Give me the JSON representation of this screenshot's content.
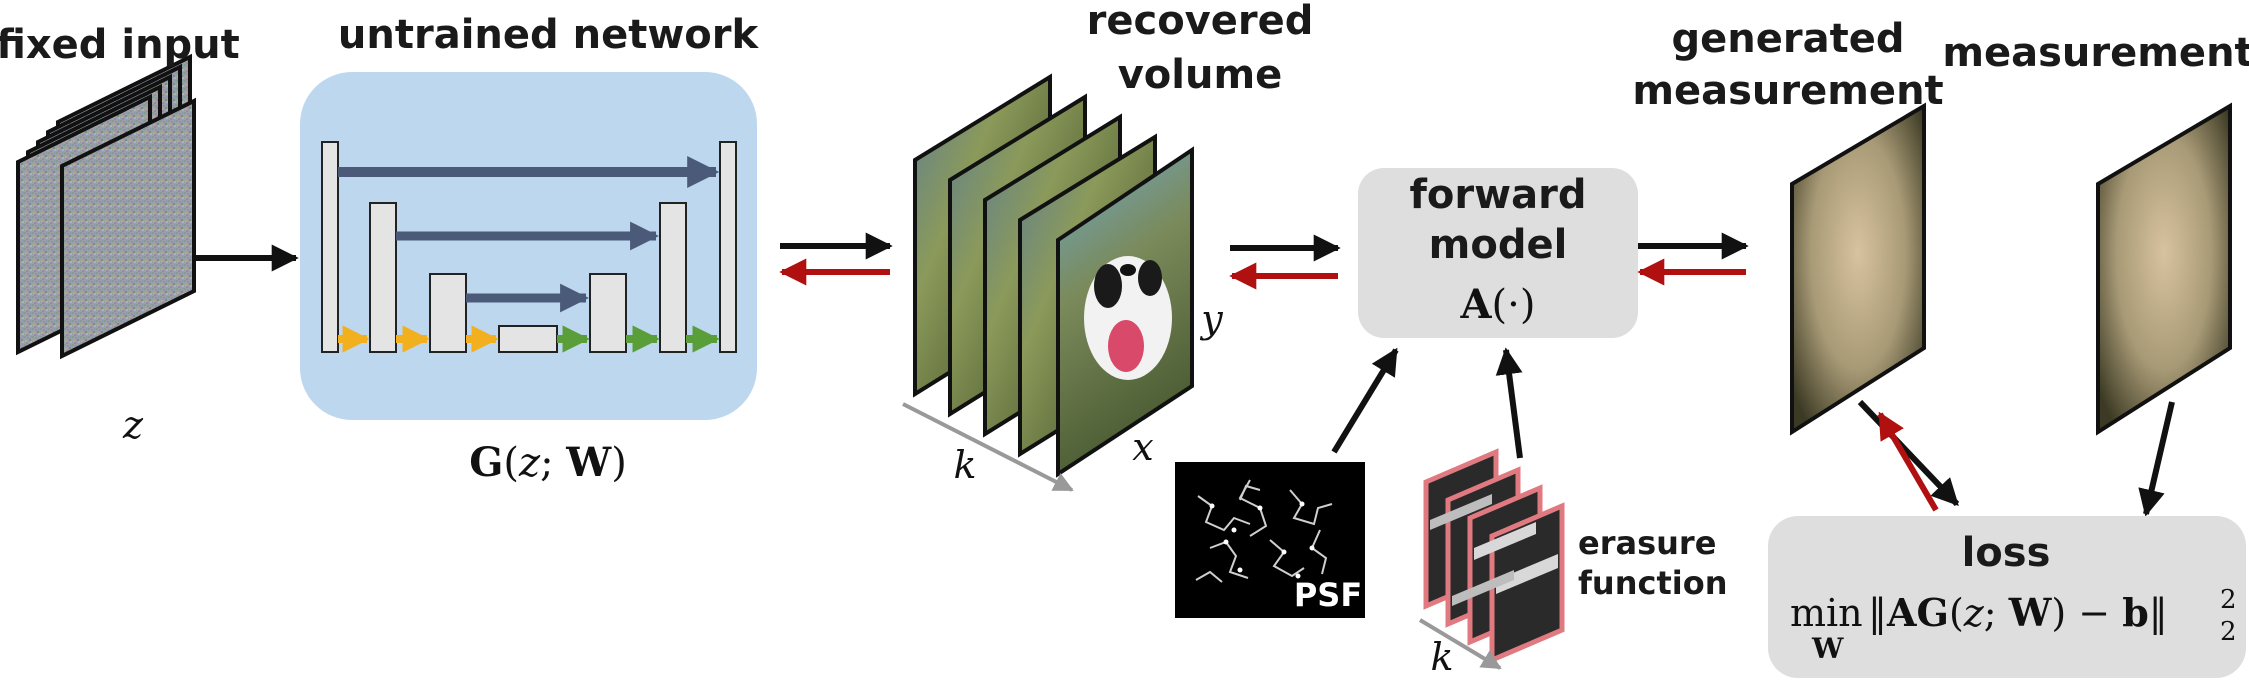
{
  "labels": {
    "fixed_input": "fixed input",
    "untrained_network": "untrained network",
    "recovered_volume_1": "recovered",
    "recovered_volume_2": "volume",
    "generated_measurement_1": "generated",
    "generated_measurement_2": "measurement",
    "measurement": "measurement",
    "forward_model_1": "forward",
    "forward_model_2": "model",
    "psf": "PSF",
    "erasure_1": "erasure",
    "erasure_2": "function",
    "loss": "loss"
  },
  "math": {
    "z": "z",
    "G_bold": "G",
    "G_args_open": "(",
    "G_z": "z",
    "G_sep": "; ",
    "G_W": "W",
    "G_close": ")",
    "k": "k",
    "x": "x",
    "y": "y",
    "k2": "k",
    "A_bold": "A",
    "A_args": "(·)",
    "min": "min",
    "min_sub": "W",
    "loss_norm_open": "‖",
    "loss_AG": "AG",
    "loss_paren_open": "(",
    "loss_z": "z",
    "loss_sep": "; ",
    "loss_W": "W",
    "loss_rest": ") − ",
    "loss_b": "b",
    "loss_norm_close": "‖",
    "loss_sup": "2",
    "loss_sub": "2"
  },
  "colors": {
    "network_box": "#bcd7ee",
    "gray_box": "#dedede",
    "forward_arrow": "#111111",
    "backward_arrow": "#b01010",
    "skip_arrow": "#4a5a78",
    "down_arrow": "#f2b01e",
    "up_arrow": "#5a9e3a",
    "erasure_border": "#e07a80"
  }
}
